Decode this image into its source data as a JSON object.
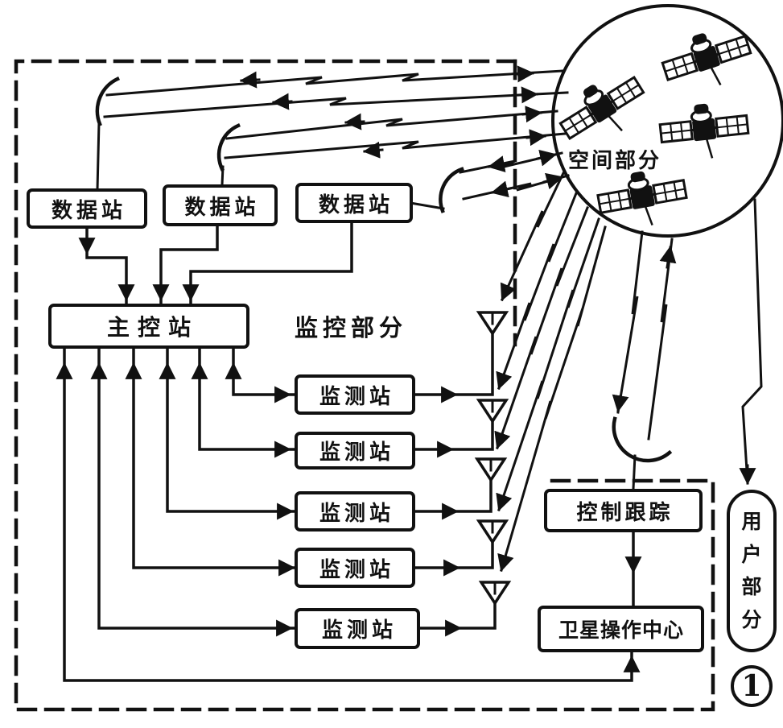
{
  "figure": {
    "number": "1"
  },
  "space_segment": {
    "label": "空间部分",
    "satellite_count": 4
  },
  "control_segment": {
    "label": "监控部分",
    "data_stations": [
      {
        "label": "数据站"
      },
      {
        "label": "数据站"
      },
      {
        "label": "数据站"
      }
    ],
    "master_station": {
      "label": "主控站"
    },
    "monitor_stations": [
      {
        "label": "监测站"
      },
      {
        "label": "监测站"
      },
      {
        "label": "监测站"
      },
      {
        "label": "监测站"
      },
      {
        "label": "监测站"
      }
    ],
    "control_tracking": {
      "label": "控制跟踪"
    },
    "satellite_operation_center": {
      "label": "卫星操作中心"
    }
  },
  "user_segment": {
    "label": "用户部分"
  }
}
